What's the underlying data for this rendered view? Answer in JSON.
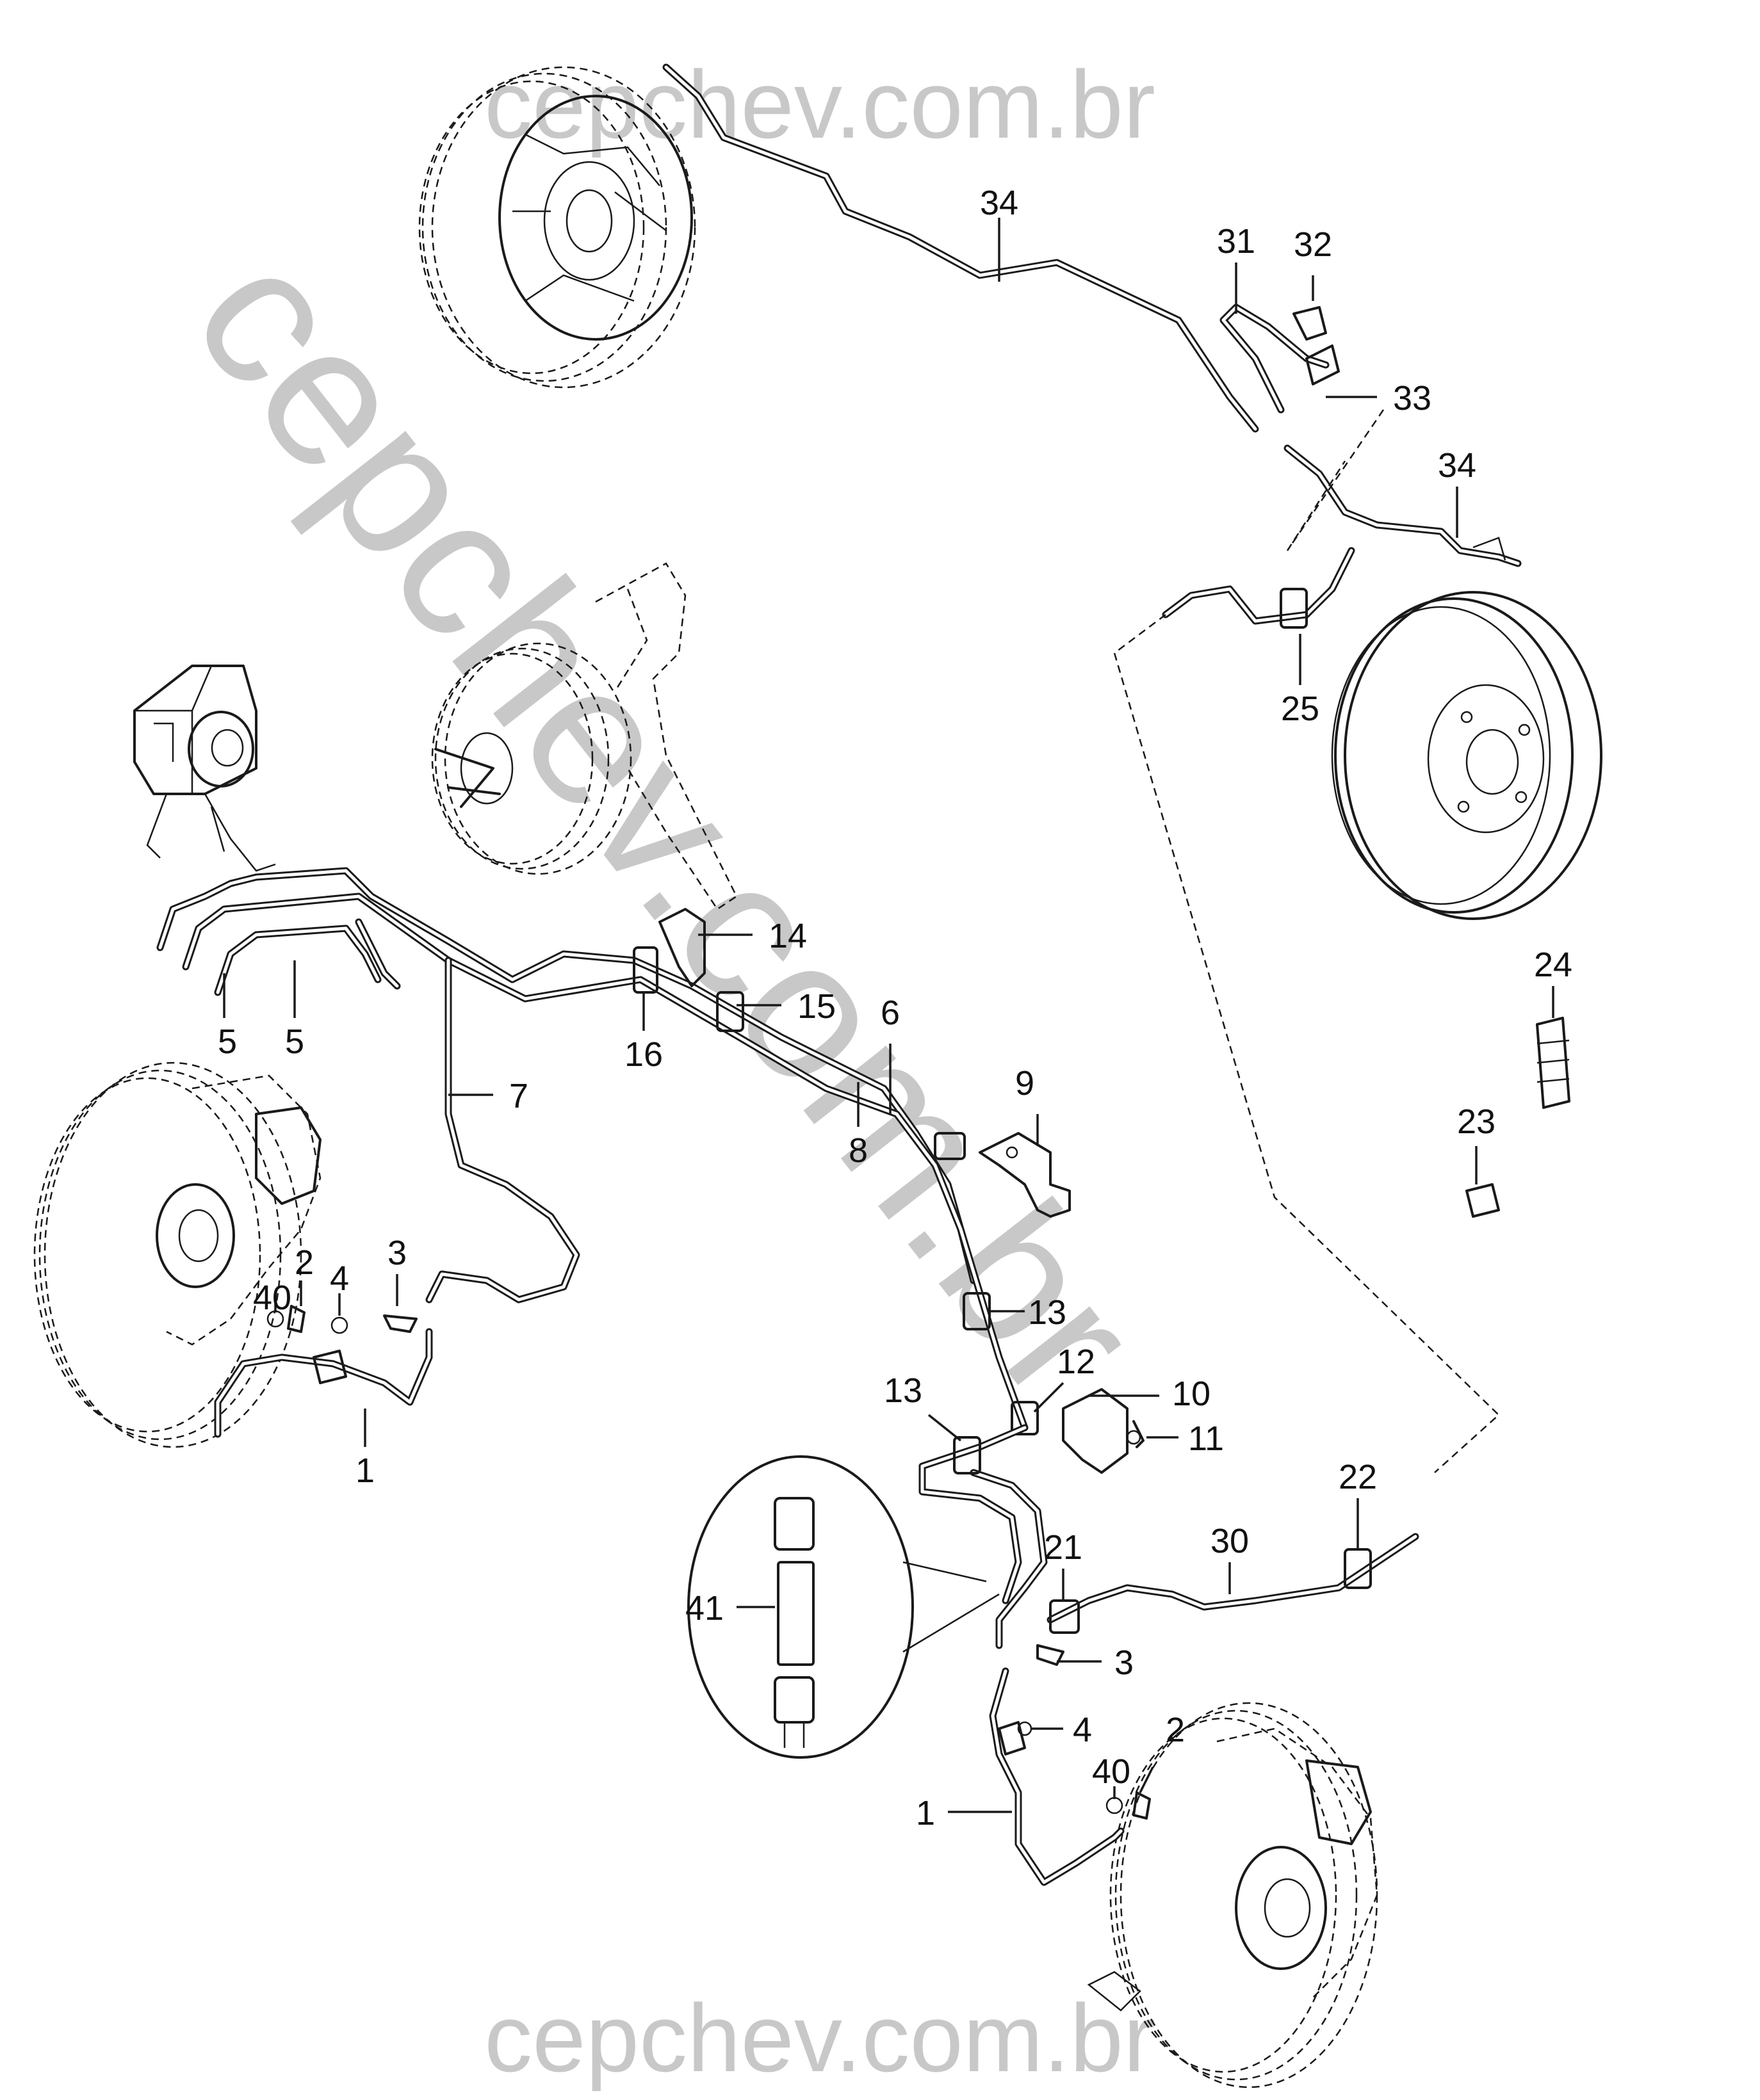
{
  "watermark": {
    "text": "cepchev.com.br",
    "color": "#c8c8c8"
  },
  "callouts": [
    {
      "id": "34a",
      "text": "34"
    },
    {
      "id": "31",
      "text": "31"
    },
    {
      "id": "32",
      "text": "32"
    },
    {
      "id": "33",
      "text": "33"
    },
    {
      "id": "34b",
      "text": "34"
    },
    {
      "id": "25",
      "text": "25"
    },
    {
      "id": "14",
      "text": "14"
    },
    {
      "id": "15",
      "text": "15"
    },
    {
      "id": "6",
      "text": "6"
    },
    {
      "id": "16",
      "text": "16"
    },
    {
      "id": "5a",
      "text": "5"
    },
    {
      "id": "5b",
      "text": "5"
    },
    {
      "id": "7",
      "text": "7"
    },
    {
      "id": "8",
      "text": "8"
    },
    {
      "id": "9",
      "text": "9"
    },
    {
      "id": "24",
      "text": "24"
    },
    {
      "id": "23",
      "text": "23"
    },
    {
      "id": "2a",
      "text": "2"
    },
    {
      "id": "3a",
      "text": "3"
    },
    {
      "id": "40a",
      "text": "40"
    },
    {
      "id": "4a",
      "text": "4"
    },
    {
      "id": "13a",
      "text": "13"
    },
    {
      "id": "1a",
      "text": "1"
    },
    {
      "id": "12",
      "text": "12"
    },
    {
      "id": "10",
      "text": "10"
    },
    {
      "id": "13b",
      "text": "13"
    },
    {
      "id": "11",
      "text": "11"
    },
    {
      "id": "22",
      "text": "22"
    },
    {
      "id": "21",
      "text": "21"
    },
    {
      "id": "30",
      "text": "30"
    },
    {
      "id": "41",
      "text": "41"
    },
    {
      "id": "3b",
      "text": "3"
    },
    {
      "id": "4b",
      "text": "4"
    },
    {
      "id": "2b",
      "text": "2"
    },
    {
      "id": "40b",
      "text": "40"
    },
    {
      "id": "1b",
      "text": "1"
    }
  ]
}
